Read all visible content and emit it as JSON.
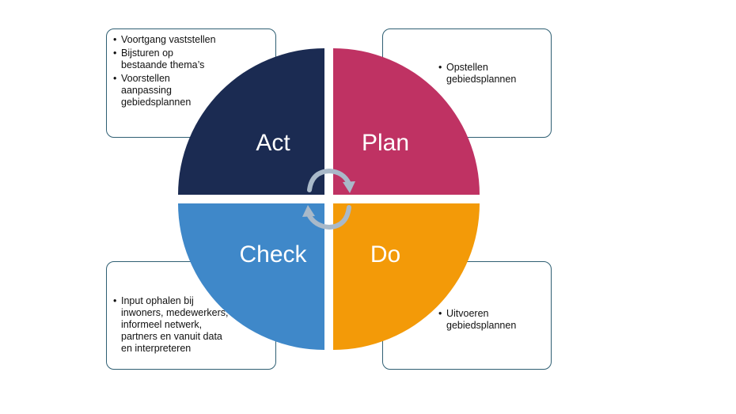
{
  "quadrants": {
    "act": {
      "label": "Act",
      "color": "#1b2b52"
    },
    "plan": {
      "label": "Plan",
      "color": "#bf3263"
    },
    "check": {
      "label": "Check",
      "color": "#3f88c9"
    },
    "do": {
      "label": "Do",
      "color": "#f39a08"
    }
  },
  "notes": {
    "act": [
      "Voortgang vaststellen",
      "Bijsturen op bestaande thema’s",
      "Voorstellen aanpassing gebiedsplannen"
    ],
    "plan": [
      "Opstellen gebiedsplannen"
    ],
    "check": [
      "Input ophalen bij inwoners, medewerkers, informeel netwerk, partners en vanuit data en interpreteren"
    ],
    "do": [
      "Uitvoeren gebiedsplannen"
    ]
  },
  "arrow_color": "#a9b9c9",
  "border_color": "#2f5f73"
}
